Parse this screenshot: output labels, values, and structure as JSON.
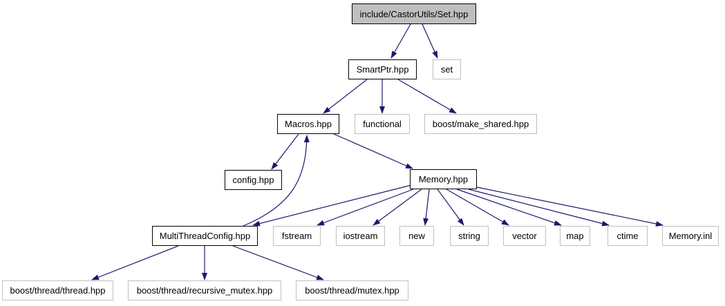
{
  "diagram": {
    "kind": "include-dependency-graph",
    "root_file": "include/CastorUtils/Set.hpp"
  },
  "colors": {
    "edge": "#191970",
    "root_fill": "#bfbfbf",
    "internal_border": "#000000",
    "external_border": "#c0c0c0",
    "background": "#ffffff",
    "text": "#000000"
  },
  "nodes": {
    "root": {
      "label": "include/CastorUtils/Set.hpp",
      "type": "root"
    },
    "smartptr": {
      "label": "SmartPtr.hpp",
      "type": "internal"
    },
    "set": {
      "label": "set",
      "type": "external"
    },
    "macros": {
      "label": "Macros.hpp",
      "type": "internal"
    },
    "functional": {
      "label": "functional",
      "type": "external"
    },
    "make_shared": {
      "label": "boost/make_shared.hpp",
      "type": "external"
    },
    "config": {
      "label": "config.hpp",
      "type": "internal"
    },
    "memory": {
      "label": "Memory.hpp",
      "type": "internal"
    },
    "mtc": {
      "label": "MultiThreadConfig.hpp",
      "type": "internal"
    },
    "fstream": {
      "label": "fstream",
      "type": "external"
    },
    "iostream": {
      "label": "iostream",
      "type": "external"
    },
    "new": {
      "label": "new",
      "type": "external"
    },
    "string": {
      "label": "string",
      "type": "external"
    },
    "vector": {
      "label": "vector",
      "type": "external"
    },
    "map": {
      "label": "map",
      "type": "external"
    },
    "ctime": {
      "label": "ctime",
      "type": "external"
    },
    "memory_inl": {
      "label": "Memory.inl",
      "type": "external"
    },
    "thread": {
      "label": "boost/thread/thread.hpp",
      "type": "external"
    },
    "recursive_mutex": {
      "label": "boost/thread/recursive_mutex.hpp",
      "type": "external"
    },
    "mutex": {
      "label": "boost/thread/mutex.hpp",
      "type": "external"
    }
  },
  "edges": [
    {
      "from": "include/CastorUtils/Set.hpp",
      "to": "SmartPtr.hpp"
    },
    {
      "from": "include/CastorUtils/Set.hpp",
      "to": "set"
    },
    {
      "from": "SmartPtr.hpp",
      "to": "Macros.hpp"
    },
    {
      "from": "SmartPtr.hpp",
      "to": "functional"
    },
    {
      "from": "SmartPtr.hpp",
      "to": "boost/make_shared.hpp"
    },
    {
      "from": "Macros.hpp",
      "to": "config.hpp"
    },
    {
      "from": "Macros.hpp",
      "to": "Memory.hpp"
    },
    {
      "from": "Memory.hpp",
      "to": "MultiThreadConfig.hpp"
    },
    {
      "from": "Memory.hpp",
      "to": "fstream"
    },
    {
      "from": "Memory.hpp",
      "to": "iostream"
    },
    {
      "from": "Memory.hpp",
      "to": "new"
    },
    {
      "from": "Memory.hpp",
      "to": "string"
    },
    {
      "from": "Memory.hpp",
      "to": "vector"
    },
    {
      "from": "Memory.hpp",
      "to": "map"
    },
    {
      "from": "Memory.hpp",
      "to": "ctime"
    },
    {
      "from": "Memory.hpp",
      "to": "Memory.inl"
    },
    {
      "from": "MultiThreadConfig.hpp",
      "to": "Macros.hpp"
    },
    {
      "from": "MultiThreadConfig.hpp",
      "to": "boost/thread/thread.hpp"
    },
    {
      "from": "MultiThreadConfig.hpp",
      "to": "boost/thread/recursive_mutex.hpp"
    },
    {
      "from": "MultiThreadConfig.hpp",
      "to": "boost/thread/mutex.hpp"
    }
  ]
}
